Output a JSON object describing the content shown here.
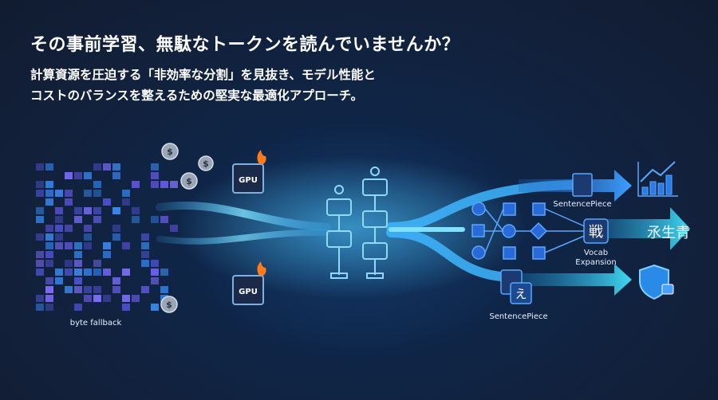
{
  "header": {
    "title": "その事前学習、無駄なトークンを読んでいませんか？",
    "subtitle_lines": [
      "計算資源を圧迫する「非効率な分割」を見抜き、モデル性能と",
      "コストのバランスを整えるための堅実な最適化アプローチ。"
    ]
  },
  "illustration": {
    "gpu_label": "GPU",
    "coin_symbol": "$",
    "byte_fallback_label": "byte fallback",
    "sentencepiece_label": "SentencePiece",
    "vocab_expansion_label": [
      "Vocab",
      "Expansion"
    ],
    "vocab_char": "戦",
    "expanded_chars": "氶生青",
    "hiragana_char": "え",
    "colors": {
      "background": "#12203a",
      "beam": "#3fb6ff",
      "mosaic_purple": "#6a5cf0",
      "mosaic_blue": "#2f7fe8",
      "flame": "#ff7a1a"
    }
  }
}
